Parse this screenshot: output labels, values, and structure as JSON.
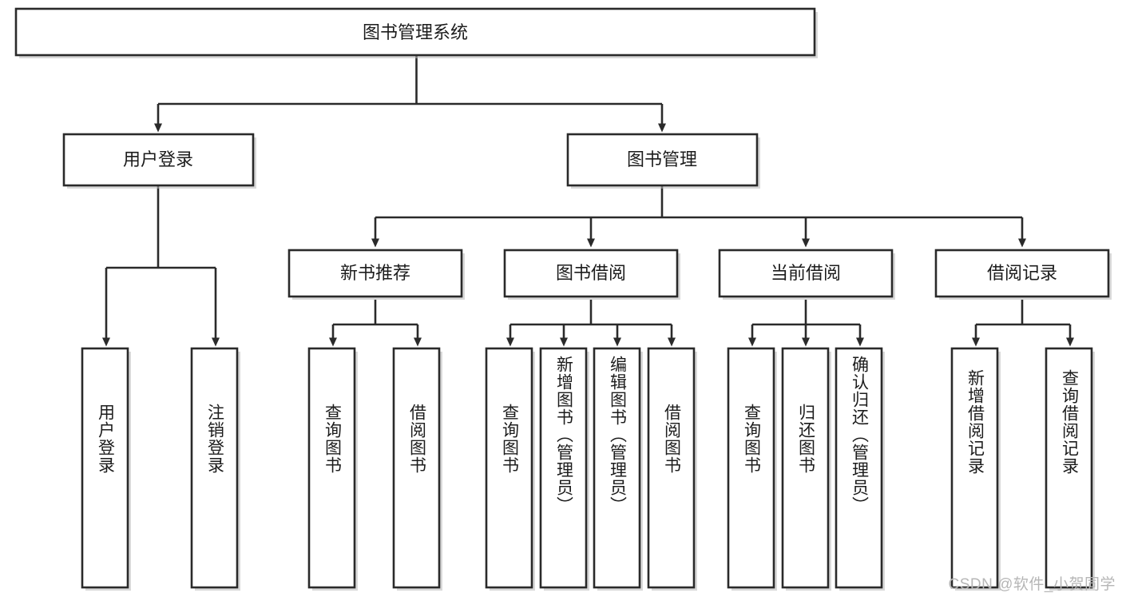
{
  "diagram": {
    "type": "tree-hierarchy",
    "title": "图书管理系统",
    "orientation": "top-down",
    "colors": {
      "stroke": "#2a2a2a",
      "fill": "#ffffff",
      "text": "#1c1c1c",
      "shadow": "#b9b9b9",
      "watermark": "#b6b6b6",
      "background": "#ffffff"
    },
    "root": {
      "id": "root",
      "label": "图书管理系统"
    },
    "level2": [
      {
        "id": "user-login",
        "label": "用户登录"
      },
      {
        "id": "book-manage",
        "label": "图书管理"
      }
    ],
    "level3": [
      {
        "id": "new-book-recommend",
        "label": "新书推荐",
        "parent": "book-manage"
      },
      {
        "id": "book-borrow",
        "label": "图书借阅",
        "parent": "book-manage"
      },
      {
        "id": "current-borrow",
        "label": "当前借阅",
        "parent": "book-manage"
      },
      {
        "id": "borrow-record",
        "label": "借阅记录",
        "parent": "book-manage"
      }
    ],
    "leaves": {
      "user-login": [
        {
          "id": "leaf-user-login",
          "label": "用户登录"
        },
        {
          "id": "leaf-logout",
          "label": "注销登录"
        }
      ],
      "new-book-recommend": [
        {
          "id": "leaf-query-book-1",
          "label": "查询图书"
        },
        {
          "id": "leaf-borrow-book-1",
          "label": "借阅图书"
        }
      ],
      "book-borrow": [
        {
          "id": "leaf-query-book-2",
          "label": "查询图书"
        },
        {
          "id": "leaf-add-book",
          "label": "新增图书（管理员）"
        },
        {
          "id": "leaf-edit-book",
          "label": "编辑图书（管理员）"
        },
        {
          "id": "leaf-borrow-book-2",
          "label": "借阅图书"
        }
      ],
      "current-borrow": [
        {
          "id": "leaf-query-book-3",
          "label": "查询图书"
        },
        {
          "id": "leaf-return-book",
          "label": "归还图书"
        },
        {
          "id": "leaf-confirm-return",
          "label": "确认归还（管理员）"
        }
      ],
      "borrow-record": [
        {
          "id": "leaf-add-record",
          "label": "新增借阅记录"
        },
        {
          "id": "leaf-query-record",
          "label": "查询借阅记录"
        }
      ]
    }
  },
  "watermark": {
    "text": "CSDN @软件_小贺同学"
  }
}
